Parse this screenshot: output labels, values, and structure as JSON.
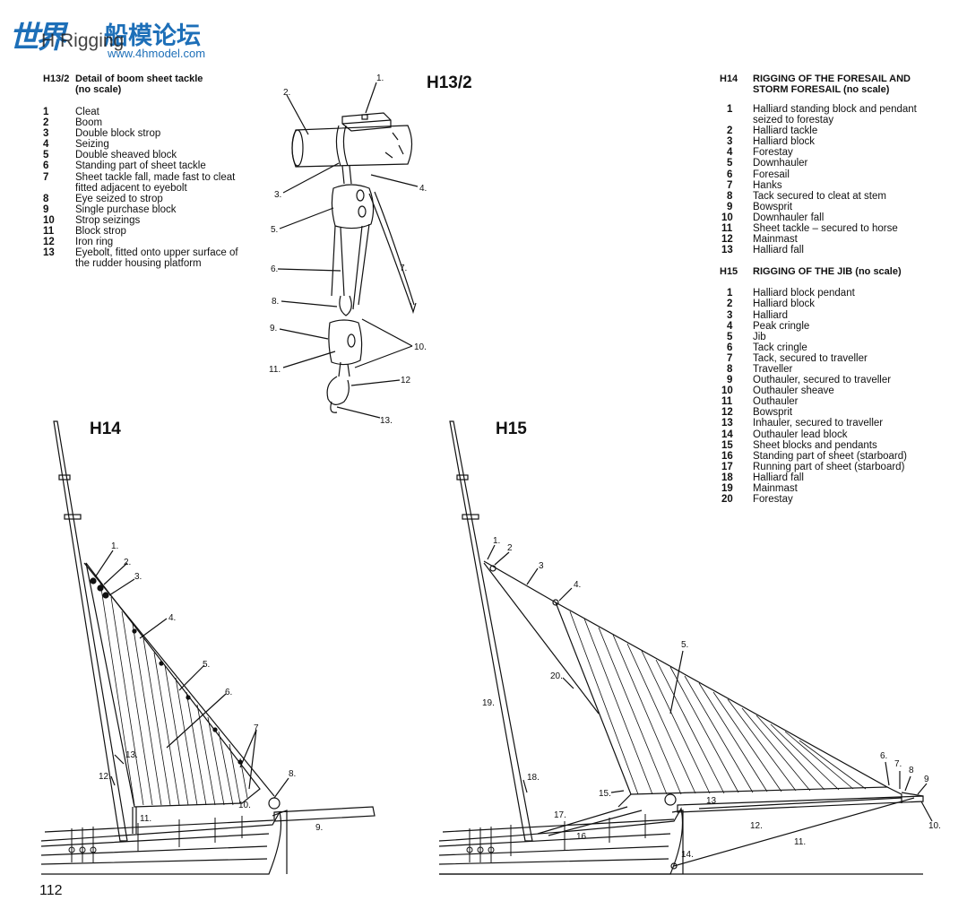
{
  "header": {
    "site_mark": "世界",
    "site_name": "船模论坛",
    "site_url": "www.4hmodel.com",
    "title": "H Rigging"
  },
  "h13_2": {
    "code": "H13/2",
    "title_line1": "Detail of boom sheet tackle",
    "title_line2": "(no scale)",
    "figure_label": "H13/2",
    "items": [
      {
        "n": "1",
        "t": "Cleat"
      },
      {
        "n": "2",
        "t": "Boom"
      },
      {
        "n": "3",
        "t": "Double block strop"
      },
      {
        "n": "4",
        "t": "Seizing"
      },
      {
        "n": "5",
        "t": "Double sheaved block"
      },
      {
        "n": "6",
        "t": "Standing part of sheet tackle"
      },
      {
        "n": "7",
        "t": "Sheet tackle fall, made fast to cleat"
      },
      {
        "n": "",
        "t": "fitted adjacent to eyebolt"
      },
      {
        "n": "8",
        "t": "Eye seized to strop"
      },
      {
        "n": "9",
        "t": "Single purchase block"
      },
      {
        "n": "10",
        "t": "Strop seizings"
      },
      {
        "n": "11",
        "t": "Block strop"
      },
      {
        "n": "12",
        "t": "Iron ring"
      },
      {
        "n": "13",
        "t": "Eyebolt, fitted onto upper surface of"
      },
      {
        "n": "",
        "t": "the rudder housing platform"
      }
    ]
  },
  "h14": {
    "code": "H14",
    "title_line1": "RIGGING OF THE FORESAIL AND",
    "title_line2": "STORM FORESAIL (no scale)",
    "figure_label": "H14",
    "items": [
      {
        "n": "1",
        "t": "Halliard standing block and pendant"
      },
      {
        "n": "",
        "t": "seized to forestay"
      },
      {
        "n": "2",
        "t": "Halliard tackle"
      },
      {
        "n": "3",
        "t": "Halliard block"
      },
      {
        "n": "4",
        "t": "Forestay"
      },
      {
        "n": "5",
        "t": "Downhauler"
      },
      {
        "n": "6",
        "t": "Foresail"
      },
      {
        "n": "7",
        "t": "Hanks"
      },
      {
        "n": "8",
        "t": "Tack secured to cleat at stem"
      },
      {
        "n": "9",
        "t": "Bowsprit"
      },
      {
        "n": "10",
        "t": "Downhauler fall"
      },
      {
        "n": "11",
        "t": "Sheet tackle – secured to horse"
      },
      {
        "n": "12",
        "t": "Mainmast"
      },
      {
        "n": "13",
        "t": "Halliard fall"
      }
    ]
  },
  "h15": {
    "code": "H15",
    "title": "RIGGING OF THE JIB (no scale)",
    "figure_label": "H15",
    "items": [
      {
        "n": "1",
        "t": "Halliard block pendant"
      },
      {
        "n": "2",
        "t": "Halliard block"
      },
      {
        "n": "3",
        "t": "Halliard"
      },
      {
        "n": "4",
        "t": "Peak cringle"
      },
      {
        "n": "5",
        "t": "Jib"
      },
      {
        "n": "6",
        "t": "Tack cringle"
      },
      {
        "n": "7",
        "t": "Tack, secured to traveller"
      },
      {
        "n": "8",
        "t": "Traveller"
      },
      {
        "n": "9",
        "t": "Outhauler, secured to traveller"
      },
      {
        "n": "10",
        "t": "Outhauler sheave"
      },
      {
        "n": "11",
        "t": "Outhauler"
      },
      {
        "n": "12",
        "t": "Bowsprit"
      },
      {
        "n": "13",
        "t": "Inhauler, secured to traveller"
      },
      {
        "n": "14",
        "t": "Outhauler lead block"
      },
      {
        "n": "15",
        "t": "Sheet blocks and pendants"
      },
      {
        "n": "16",
        "t": "Standing part of sheet (starboard)"
      },
      {
        "n": "17",
        "t": "Running part of sheet (starboard)"
      },
      {
        "n": "18",
        "t": "Halliard fall"
      },
      {
        "n": "19",
        "t": "Mainmast"
      },
      {
        "n": "20",
        "t": "Forestay"
      }
    ]
  },
  "callouts": {
    "h13_2": [
      "1.",
      "2.",
      "3.",
      "4.",
      "5.",
      "6.",
      "7.",
      "8.",
      "9.",
      "10.",
      "11.",
      "12",
      "13."
    ],
    "h14": [
      "1.",
      "2.",
      "3.",
      "4.",
      "5.",
      "6.",
      "7",
      "8.",
      "9.",
      "10.",
      "11.",
      "12.",
      "13."
    ],
    "h15": [
      "1.",
      "2",
      "3",
      "4.",
      "5.",
      "6.",
      "7.",
      "8",
      "9",
      "10.",
      "11.",
      "12.",
      "13",
      "14.",
      "15.",
      "16",
      "17.",
      "18.",
      "19.",
      "20."
    ]
  },
  "page_number": "112"
}
